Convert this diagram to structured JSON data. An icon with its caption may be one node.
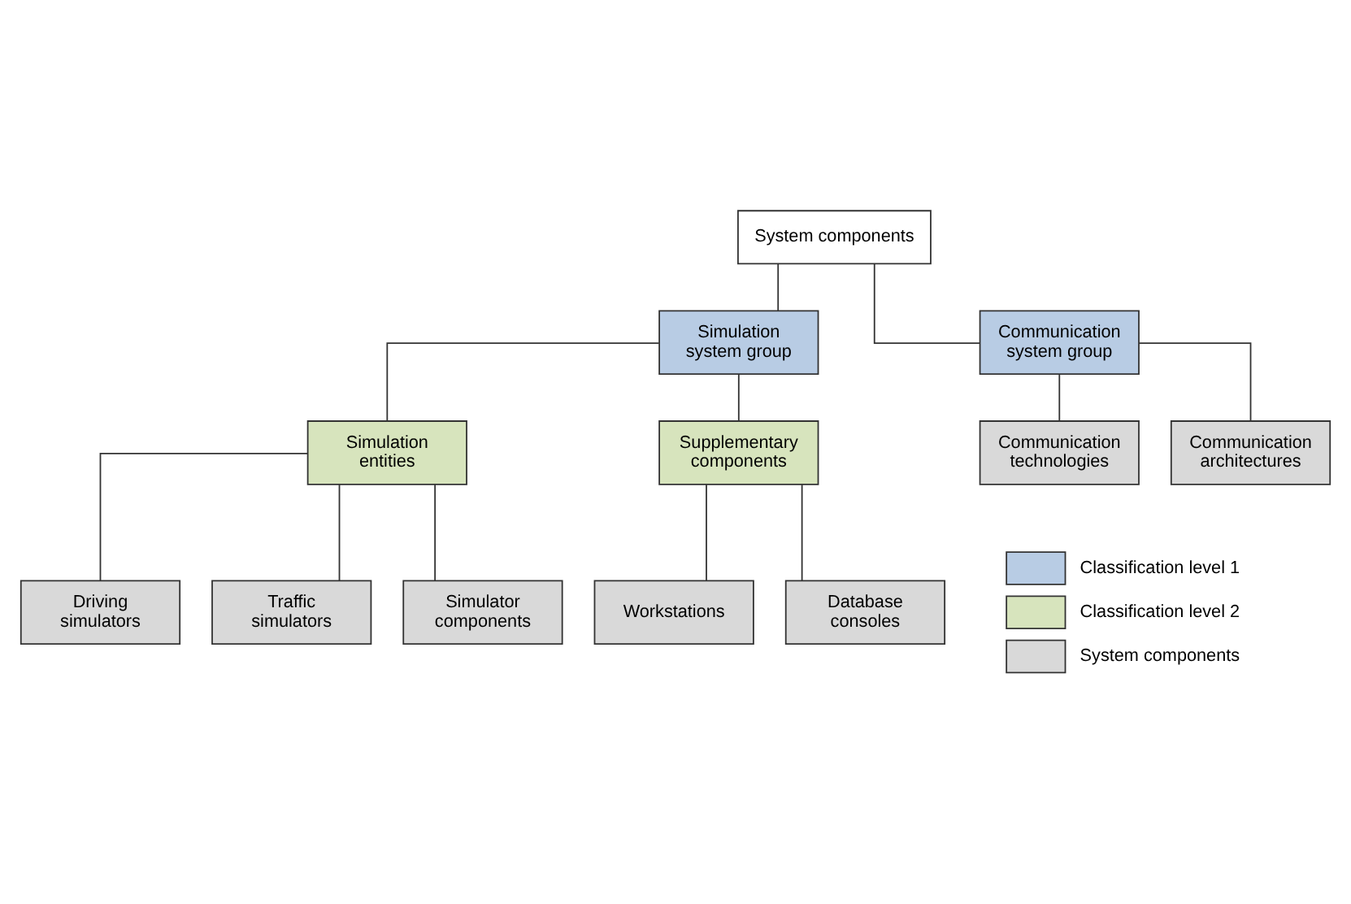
{
  "diagram": {
    "nodes": [
      {
        "text": [
          "System components"
        ]
      },
      {
        "text": [
          "Simulation system group"
        ]
      },
      {
        "text": [
          "Communication system group"
        ]
      },
      {
        "text": [
          "Simulation entities"
        ]
      },
      {
        "text": [
          "Supplementary components"
        ]
      },
      {
        "text": [
          "Driving simulators"
        ]
      },
      {
        "text": [
          "Traffic simulators"
        ]
      },
      {
        "text": [
          "Simulator components"
        ]
      },
      {
        "text": [
          "Workstations"
        ]
      },
      {
        "text": [
          "Database consoles"
        ]
      },
      {
        "text": [
          "Communication technologies"
        ]
      },
      {
        "text": [
          "Communication architectures"
        ]
      }
    ],
    "edges": [
      {
        "from": 0,
        "to": 1,
        "arrow": "none"
      },
      {
        "from": 0,
        "to": 2,
        "arrow": "none"
      },
      {
        "from": 1,
        "to": 3,
        "arrow": "none"
      },
      {
        "from": 1,
        "to": 4,
        "arrow": "none"
      },
      {
        "from": 3,
        "to": 5,
        "arrow": "none"
      },
      {
        "from": 3,
        "to": 6,
        "arrow": "none"
      },
      {
        "from": 3,
        "to": 7,
        "arrow": "none"
      },
      {
        "from": 4,
        "to": 8,
        "arrow": "none"
      },
      {
        "from": 4,
        "to": 9,
        "arrow": "none"
      },
      {
        "from": 2,
        "to": 10,
        "arrow": "none"
      },
      {
        "from": 2,
        "to": 11,
        "arrow": "none"
      }
    ],
    "legend": [
      {
        "text": "Classification level 1",
        "color": "#b8cce4"
      },
      {
        "text": "Classification level 2",
        "color": "#d7e4bd"
      },
      {
        "text": "System components",
        "color": "#d9d9d9"
      }
    ]
  }
}
